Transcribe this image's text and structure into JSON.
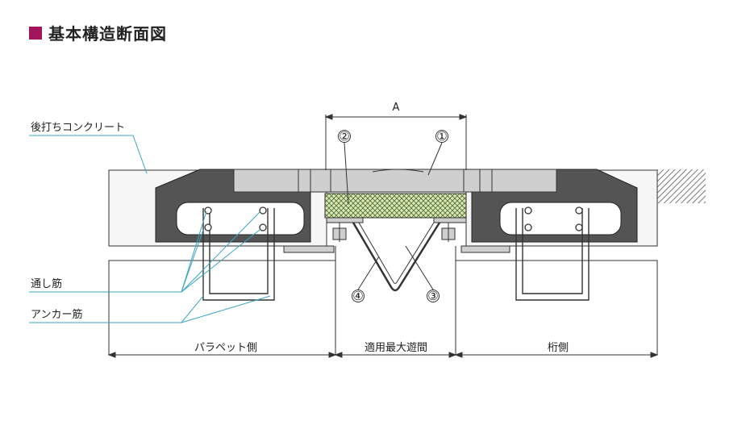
{
  "title": "基本構造断面図",
  "colors": {
    "title_square": "#a3145a",
    "leader": "#3aa6c6",
    "rubber": "#545454",
    "steel": "#cfcfcf",
    "concrete": "#f6f6f6",
    "line": "#333333"
  },
  "labels": {
    "dimension_a": "A",
    "post_concrete": "後打ちコンクリート",
    "through_bar": "通し筋",
    "anchor_bar": "アンカー筋",
    "parapet_side": "パラペット側",
    "max_gap": "適用最大遊間",
    "girder_side": "桁側"
  },
  "callouts": [
    "①",
    "②",
    "③",
    "④"
  ]
}
